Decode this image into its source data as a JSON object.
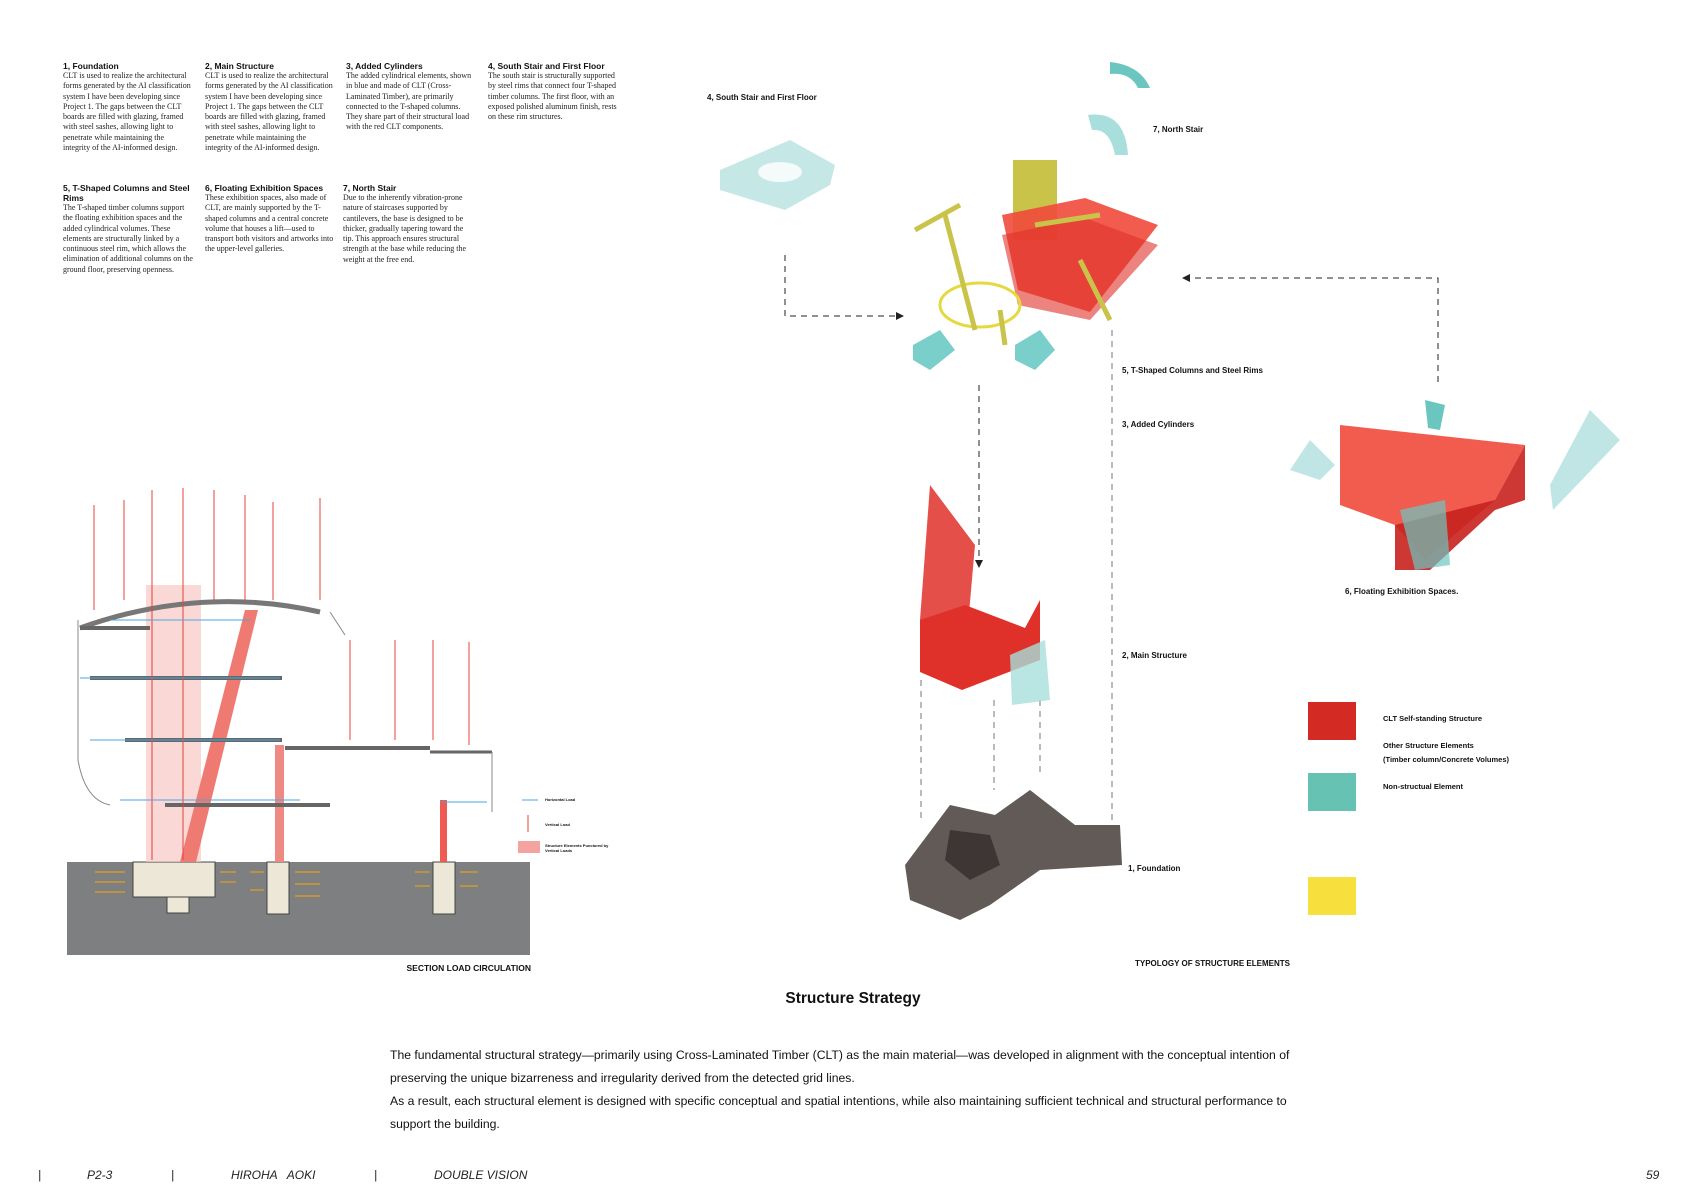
{
  "blocks": [
    {
      "title": "1, Foundation",
      "body": "CLT is used to realize the architectural forms generated by the AI classification system I have been developing since Project 1. The gaps between the CLT boards are filled with glazing, framed with steel sashes, allowing light to penetrate while maintaining the integrity of the AI-informed design."
    },
    {
      "title": "2, Main Structure",
      "body": "CLT is used to realize the architectural forms generated by the AI classification system I have been developing since Project 1. The gaps between the CLT boards are filled with glazing, framed with steel sashes, allowing light to penetrate while maintaining the integrity of the AI-informed design."
    },
    {
      "title": "3, Added Cylinders",
      "body": "The added cylindrical elements, shown in blue and made of CLT (Cross-Laminated Timber), are primarily connected to the T-shaped columns. They share part of their structural load with the red CLT components."
    },
    {
      "title": "4, South Stair and First Floor",
      "body": "The south stair is structurally supported by steel rims that connect four T-shaped timber columns. The first floor, with an exposed polished aluminum finish, rests on these rim structures."
    },
    {
      "title": "5, T-Shaped Columns and Steel Rims",
      "body": "The T-shaped timber columns support the floating exhibition spaces and the added cylindrical volumes. These elements are structurally linked by a continuous steel rim, which allows the elimination of additional columns on the ground floor, preserving openness."
    },
    {
      "title": "6, Floating Exhibition Spaces",
      "body": "These exhibition spaces, also made of CLT, are mainly supported by the T-shaped columns and a central concrete volume that houses a lift—used to transport both visitors and artworks into the upper-level galleries."
    },
    {
      "title": "7, North Stair",
      "body": "Due to the inherently vibration-prone nature of staircases supported by cantilevers, the base is designed to be thicker, gradually tapering toward the tip. This approach ensures structural strength at the base while reducing the weight at the free end."
    }
  ],
  "section": {
    "title": "SECTION LOAD CIRCULATION",
    "legend": [
      "Horizontal Load",
      "Vertical Load",
      "Structure Elements Punctured by Vertical Loads"
    ]
  },
  "diagram": {
    "labels": {
      "south_stair": "4, South Stair and First Floor",
      "north_stair": "7, North Stair",
      "columns": "5, T-Shaped Columns and Steel Rims",
      "cylinders": "3, Added Cylinders",
      "main": "2, Main Structure",
      "foundation": "1, Foundation",
      "floating": "6, Floating Exhibition Spaces."
    },
    "title": "TYPOLOGY OF STRUCTURE ELEMENTS"
  },
  "legend": {
    "items": [
      {
        "label": "CLT Self-standing Structure",
        "color": "#d42a24"
      },
      {
        "label": "Other Structure Elements",
        "sub": "(Timber column/Concrete Volumes)",
        "color": "#f7df3e"
      },
      {
        "label": "Non-structual Element",
        "color": "#66c2b2"
      }
    ]
  },
  "heading": "Structure Strategy",
  "paragraph": [
    "The fundamental structural strategy—primarily using Cross-Laminated Timber (CLT) as the main material—was developed in alignment with the conceptual intention of preserving the unique bizarreness and irregularity derived from the detected grid lines.",
    "As a result, each structural element is designed with specific conceptual and spatial intentions, while also maintaining sufficient technical and structural performance to support the building."
  ],
  "footer": {
    "code": "P2-3",
    "author": "HIROHA   AOKI",
    "project": "DOUBLE VISION",
    "page": "59"
  }
}
